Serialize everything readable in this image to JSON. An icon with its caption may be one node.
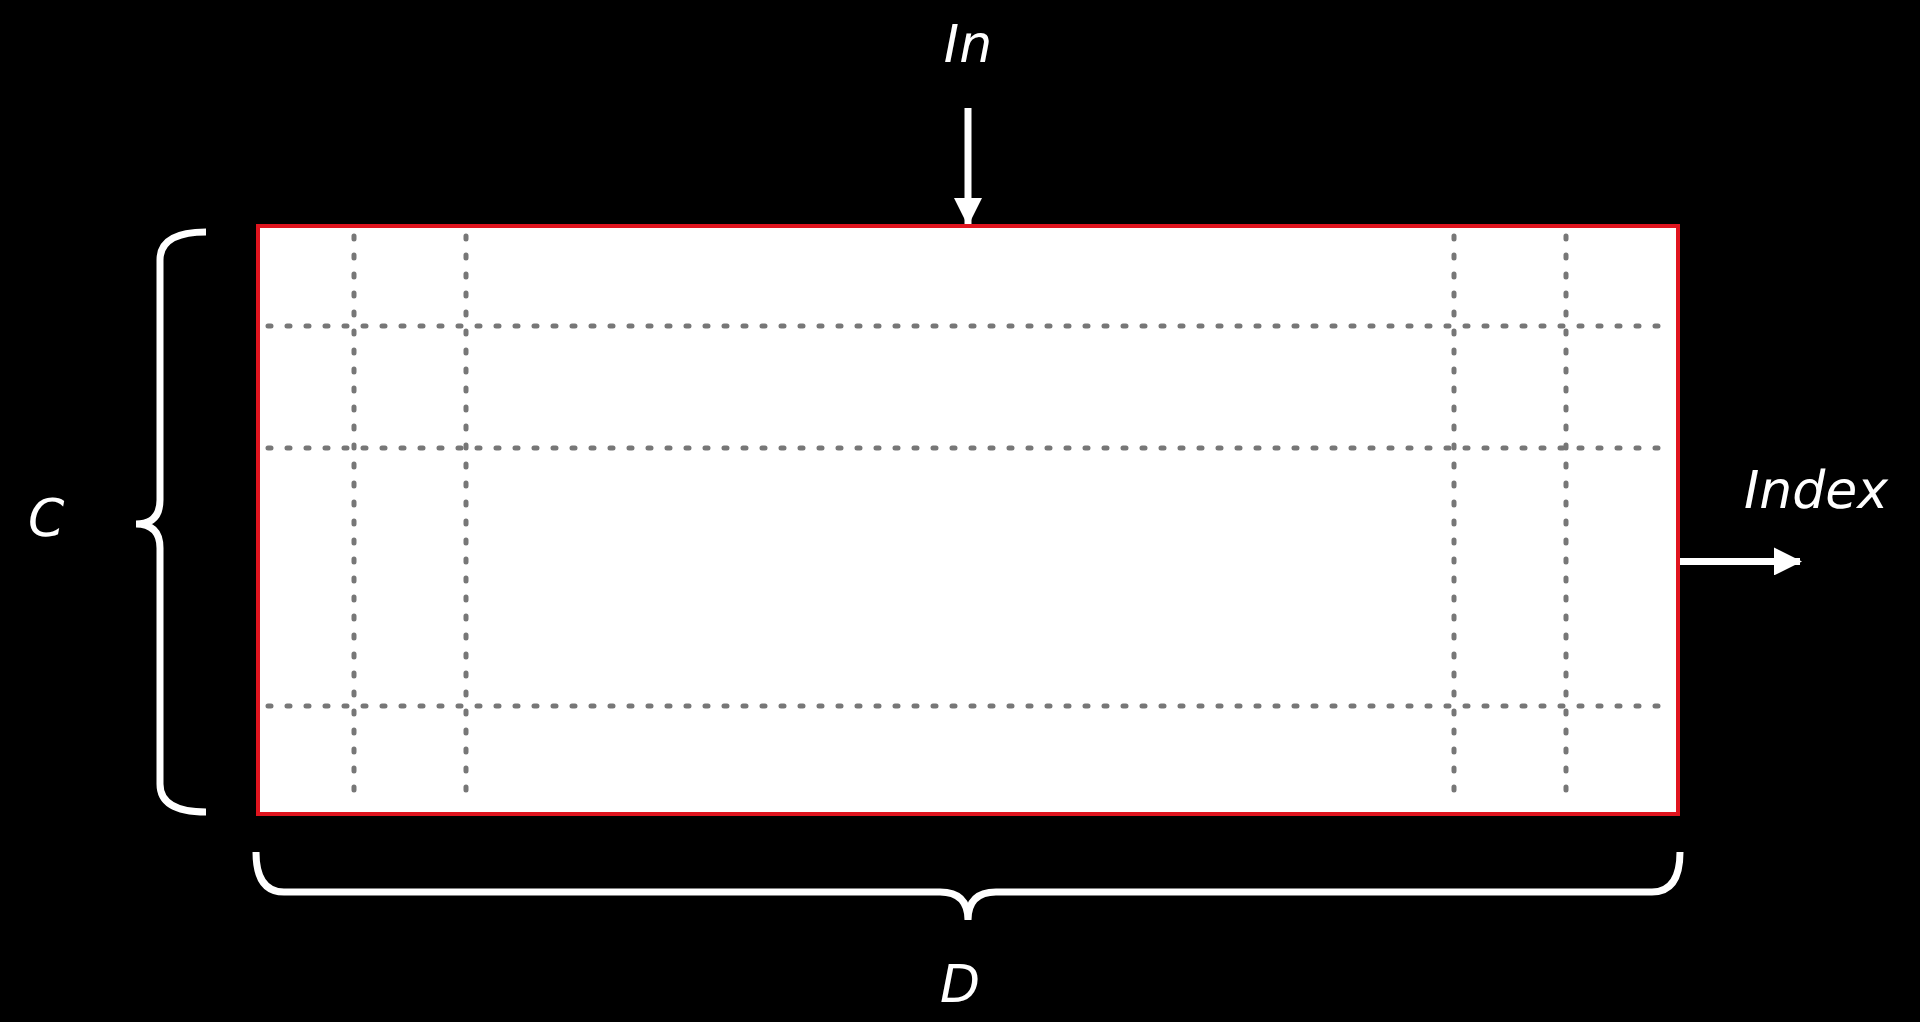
{
  "diagram": {
    "nodes": [
      {
        "text": [
          "In"
        ]
      },
      {
        "text": [],
        "shape": "box"
      }
    ],
    "edges": [
      {
        "from": 0,
        "to": 1,
        "arrow": "to"
      },
      {
        "from": 1,
        "to": null,
        "arrow": "to",
        "label": "Index"
      }
    ],
    "labels": [
      "C",
      "D"
    ]
  }
}
